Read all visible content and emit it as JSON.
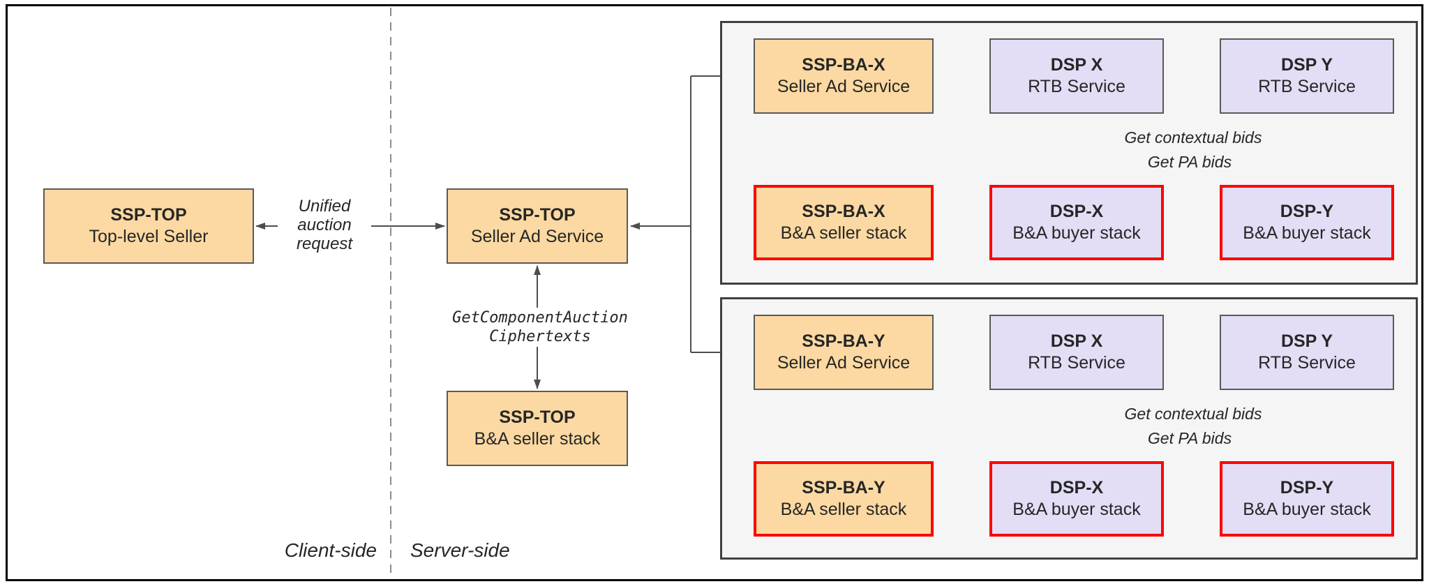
{
  "diagram": {
    "regions": {
      "client_side": "Client-side",
      "server_side": "Server-side"
    },
    "client": {
      "top_seller": {
        "title": "SSP-TOP",
        "subtitle": "Top-level Seller"
      }
    },
    "server": {
      "seller_ad_service": {
        "title": "SSP-TOP",
        "subtitle": "Seller Ad Service"
      },
      "ba_seller_stack": {
        "title": "SSP-TOP",
        "subtitle": "B&A seller stack"
      }
    },
    "edge_labels": {
      "unified_auction_request": "Unified\nauction\nrequest",
      "get_component_auction_ciphertexts": "GetComponentAuction\nCiphertexts"
    },
    "panels": [
      {
        "id": "ssp-ba-x",
        "seller_ad_service": {
          "title": "SSP-BA-X",
          "subtitle": "Seller Ad Service"
        },
        "rtb_x": {
          "title": "DSP X",
          "subtitle": "RTB Service"
        },
        "rtb_y": {
          "title": "DSP Y",
          "subtitle": "RTB Service"
        },
        "ba_seller_stack": {
          "title": "SSP-BA-X",
          "subtitle": "B&A seller stack"
        },
        "ba_buyer_stack_x": {
          "title": "DSP-X",
          "subtitle": "B&A buyer stack"
        },
        "ba_buyer_stack_y": {
          "title": "DSP-Y",
          "subtitle": "B&A buyer stack"
        },
        "labels": {
          "contextual": "Get contextual bids",
          "pa": "Get PA bids"
        }
      },
      {
        "id": "ssp-ba-y",
        "seller_ad_service": {
          "title": "SSP-BA-Y",
          "subtitle": "Seller Ad Service"
        },
        "rtb_x": {
          "title": "DSP X",
          "subtitle": "RTB Service"
        },
        "rtb_y": {
          "title": "DSP Y",
          "subtitle": "RTB Service"
        },
        "ba_seller_stack": {
          "title": "SSP-BA-Y",
          "subtitle": "B&A seller stack"
        },
        "ba_buyer_stack_x": {
          "title": "DSP-X",
          "subtitle": "B&A buyer stack"
        },
        "ba_buyer_stack_y": {
          "title": "DSP-Y",
          "subtitle": "B&A buyer stack"
        },
        "labels": {
          "contextual": "Get contextual bids",
          "pa": "Get PA bids"
        }
      }
    ],
    "colors": {
      "seller_fill": "#FCD9A2",
      "dsp_fill": "#E3DDF5",
      "panel_fill": "#F5F5F5",
      "highlight_border": "#FF0000",
      "connector": "#4D4D4D"
    }
  }
}
